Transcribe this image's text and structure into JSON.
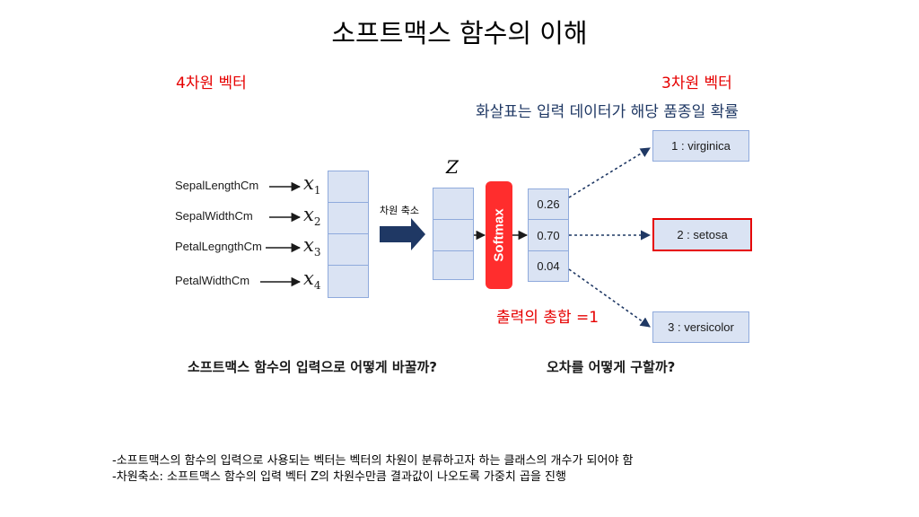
{
  "title": "소프트맥스 함수의 이해",
  "input_label": "4차원 벡터",
  "output_label": "3차원 벡터",
  "arrow_note": "화살표는 입력 데이터가 해당 품종일 확률",
  "features": [
    "SepalLengthCm",
    "SepalWidthCm",
    "PetalLegngthCm",
    "PetalWidthCm"
  ],
  "x_vars": [
    {
      "base": "x",
      "sub": "1"
    },
    {
      "base": "x",
      "sub": "2"
    },
    {
      "base": "x",
      "sub": "3"
    },
    {
      "base": "x",
      "sub": "4"
    }
  ],
  "reduction_label": "차원 축소",
  "z_label": "Z",
  "softmax_label": "Softmax",
  "probabilities": [
    "0.26",
    "0.70",
    "0.04"
  ],
  "classes": [
    "1 : virginica",
    "2 : setosa",
    "3 : versicolor"
  ],
  "sum_label": "출력의 총합 =1",
  "question_left": "소프트맥스 함수의 입력으로 어떻게 바꿀까?",
  "question_right": "오차를 어떻게 구할까?",
  "notes": [
    "-소프트맥스의 함수의 입력으로 사용되는 벡터는 벡터의 차원이 분류하고자 하는 클래스의 개수가 되어야 함",
    "-차원축소: 소프트맥스 함수의 입력 벡터 Z의 차원수만큼 결과값이 나오도록 가중치 곱을 진행"
  ],
  "colors": {
    "cell_fill": "#dae3f3",
    "cell_border": "#8faadc",
    "softmax": "#ff2d2d",
    "highlight": "#e60000",
    "arrow_dark": "#1f3864"
  }
}
